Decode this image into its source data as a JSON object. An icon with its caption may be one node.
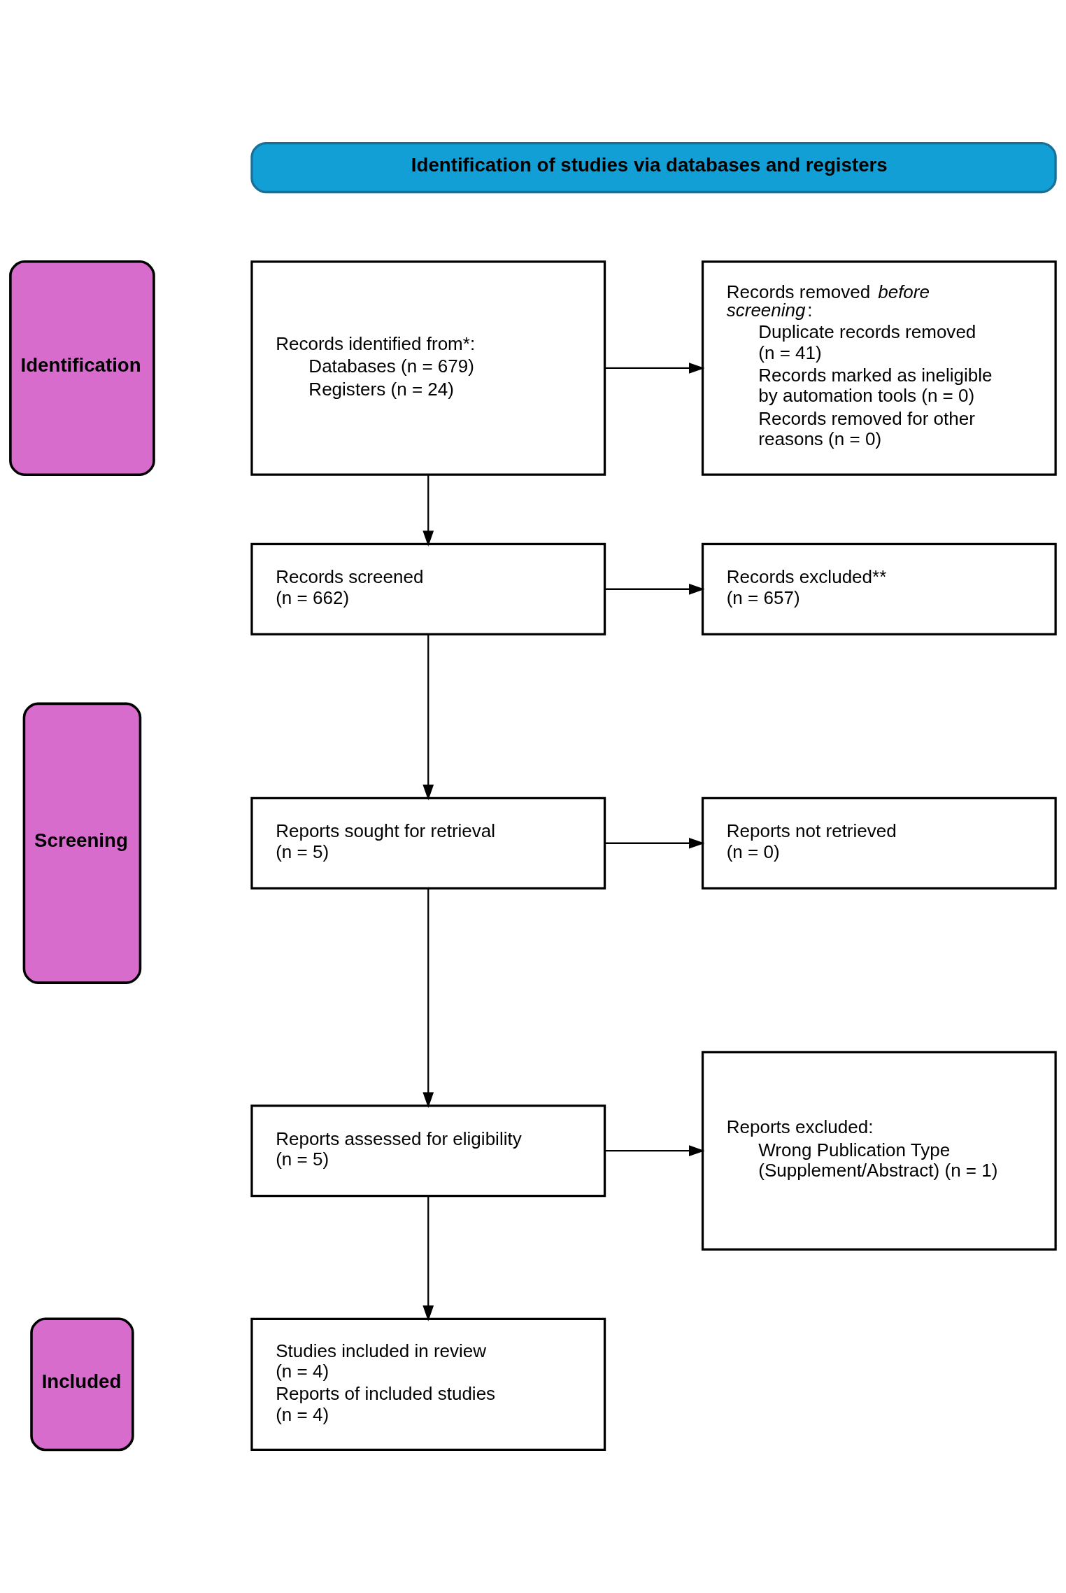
{
  "diagram": {
    "nodes": [
      {
        "text": [
          "Identification of studies via databases and registers"
        ]
      },
      {
        "text": [
          "Identification"
        ]
      },
      {
        "text": [
          "Records identified from*:",
          "Databases (n = 679)",
          "Registers (n = 24)"
        ]
      },
      {
        "text": [
          "Records removed *before screening*:",
          "Duplicate records removed (n = 41)",
          "Records marked as ineligible by automation tools (n = 0)",
          "Records removed for other reasons (n = 0)"
        ]
      },
      {
        "text": [
          "Records screened (n = 662)"
        ]
      },
      {
        "text": [
          "Records excluded** (n = 657)"
        ]
      },
      {
        "text": [
          "Screening"
        ]
      },
      {
        "text": [
          "Reports sought for retrieval (n = 5)"
        ]
      },
      {
        "text": [
          "Reports not retrieved (n = 0)"
        ]
      },
      {
        "text": [
          "Reports assessed for eligibility (n = 5)"
        ]
      },
      {
        "text": [
          "Reports excluded:",
          "Wrong Publication Type (Supplement/Abstract) (n = 1)"
        ]
      },
      {
        "text": [
          "Included"
        ]
      },
      {
        "text": [
          "Studies included in review (n = 4)",
          "Reports of included studies (n = 4)"
        ]
      }
    ],
    "edges": [
      {
        "from": 2,
        "to": 3,
        "arrow": "to"
      },
      {
        "from": 2,
        "to": 4,
        "arrow": "to"
      },
      {
        "from": 4,
        "to": 5,
        "arrow": "to"
      },
      {
        "from": 4,
        "to": 7,
        "arrow": "to"
      },
      {
        "from": 7,
        "to": 8,
        "arrow": "to"
      },
      {
        "from": 7,
        "to": 9,
        "arrow": "to"
      },
      {
        "from": 9,
        "to": 10,
        "arrow": "to"
      },
      {
        "from": 9,
        "to": 12,
        "arrow": "to"
      }
    ]
  }
}
